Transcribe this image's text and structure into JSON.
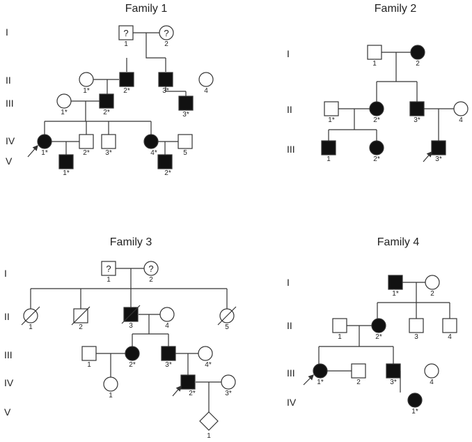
{
  "families": [
    {
      "title": "Family 1",
      "generations": [
        "I",
        "II",
        "III",
        "IV",
        "V"
      ],
      "individuals": [
        {
          "id": "f1-I-1",
          "sex": "male",
          "status": "unknown",
          "symbol": "?",
          "label": "1"
        },
        {
          "id": "f1-I-2",
          "sex": "female",
          "status": "unknown",
          "symbol": "?",
          "label": "2"
        },
        {
          "id": "f1-II-1",
          "sex": "female",
          "status": "unaffected",
          "label": "1*"
        },
        {
          "id": "f1-II-2",
          "sex": "male",
          "status": "affected",
          "label": "2*"
        },
        {
          "id": "f1-II-3",
          "sex": "male",
          "status": "affected",
          "label": "3*"
        },
        {
          "id": "f1-II-4",
          "sex": "female",
          "status": "unaffected",
          "label": "4"
        },
        {
          "id": "f1-III-1",
          "sex": "female",
          "status": "unaffected",
          "label": "1*"
        },
        {
          "id": "f1-III-2",
          "sex": "male",
          "status": "affected",
          "label": "2*"
        },
        {
          "id": "f1-III-3",
          "sex": "male",
          "status": "affected",
          "label": "3*"
        },
        {
          "id": "f1-IV-1",
          "sex": "female",
          "status": "affected",
          "label": "1*",
          "proband": true
        },
        {
          "id": "f1-IV-2",
          "sex": "male",
          "status": "unaffected",
          "label": "2*"
        },
        {
          "id": "f1-IV-3",
          "sex": "male",
          "status": "unaffected",
          "label": "3*"
        },
        {
          "id": "f1-IV-4",
          "sex": "female",
          "status": "affected",
          "label": "4*"
        },
        {
          "id": "f1-IV-5",
          "sex": "male",
          "status": "unaffected",
          "label": "5"
        },
        {
          "id": "f1-V-1",
          "sex": "male",
          "status": "affected",
          "label": "1*"
        },
        {
          "id": "f1-V-2",
          "sex": "male",
          "status": "affected",
          "label": "2*"
        }
      ]
    },
    {
      "title": "Family 2",
      "generations": [
        "I",
        "II",
        "III"
      ],
      "individuals": [
        {
          "id": "f2-I-1",
          "sex": "male",
          "status": "unaffected",
          "label": "1"
        },
        {
          "id": "f2-I-2",
          "sex": "female",
          "status": "affected",
          "label": "2"
        },
        {
          "id": "f2-II-1",
          "sex": "male",
          "status": "unaffected",
          "label": "1*"
        },
        {
          "id": "f2-II-2",
          "sex": "female",
          "status": "affected",
          "label": "2*"
        },
        {
          "id": "f2-II-3",
          "sex": "male",
          "status": "affected",
          "label": "3*"
        },
        {
          "id": "f2-II-4",
          "sex": "female",
          "status": "unaffected",
          "label": "4"
        },
        {
          "id": "f2-III-1",
          "sex": "male",
          "status": "affected",
          "label": "1"
        },
        {
          "id": "f2-III-2",
          "sex": "female",
          "status": "affected",
          "label": "2*"
        },
        {
          "id": "f2-III-3",
          "sex": "male",
          "status": "affected",
          "label": "3*",
          "proband": true
        }
      ]
    },
    {
      "title": "Family 3",
      "generations": [
        "I",
        "II",
        "III",
        "IV",
        "V"
      ],
      "individuals": [
        {
          "id": "f3-I-1",
          "sex": "male",
          "status": "unknown",
          "symbol": "?",
          "label": "1"
        },
        {
          "id": "f3-I-2",
          "sex": "female",
          "status": "unknown",
          "symbol": "?",
          "label": "2"
        },
        {
          "id": "f3-II-1",
          "sex": "female",
          "status": "deceased",
          "label": "1"
        },
        {
          "id": "f3-II-2",
          "sex": "male",
          "status": "deceased",
          "label": "2"
        },
        {
          "id": "f3-II-3",
          "sex": "male",
          "status": "affected-deceased",
          "label": "3"
        },
        {
          "id": "f3-II-4",
          "sex": "female",
          "status": "unaffected",
          "label": "4"
        },
        {
          "id": "f3-II-5",
          "sex": "female",
          "status": "deceased",
          "label": "5"
        },
        {
          "id": "f3-III-1",
          "sex": "male",
          "status": "unaffected",
          "label": "1"
        },
        {
          "id": "f3-III-2",
          "sex": "female",
          "status": "affected",
          "label": "2*"
        },
        {
          "id": "f3-III-3",
          "sex": "male",
          "status": "affected",
          "label": "3*"
        },
        {
          "id": "f3-III-4",
          "sex": "female",
          "status": "unaffected",
          "label": "4*"
        },
        {
          "id": "f3-IV-1",
          "sex": "female",
          "status": "unaffected",
          "label": "1"
        },
        {
          "id": "f3-IV-2",
          "sex": "male",
          "status": "affected",
          "label": "2*",
          "proband": true
        },
        {
          "id": "f3-IV-3",
          "sex": "female",
          "status": "unaffected",
          "label": "3*"
        },
        {
          "id": "f3-V-1",
          "sex": "unknown",
          "status": "unaffected",
          "label": "1"
        }
      ]
    },
    {
      "title": "Family 4",
      "generations": [
        "I",
        "II",
        "III",
        "IV"
      ],
      "individuals": [
        {
          "id": "f4-I-1",
          "sex": "male",
          "status": "affected",
          "label": "1*"
        },
        {
          "id": "f4-I-2",
          "sex": "female",
          "status": "unaffected",
          "label": "2"
        },
        {
          "id": "f4-II-1",
          "sex": "male",
          "status": "unaffected",
          "label": "1"
        },
        {
          "id": "f4-II-2",
          "sex": "female",
          "status": "affected",
          "label": "2*"
        },
        {
          "id": "f4-II-3",
          "sex": "male",
          "status": "unaffected",
          "label": "3"
        },
        {
          "id": "f4-II-4",
          "sex": "male",
          "status": "unaffected",
          "label": "4"
        },
        {
          "id": "f4-III-1",
          "sex": "female",
          "status": "affected",
          "label": "1*",
          "proband": true
        },
        {
          "id": "f4-III-2",
          "sex": "male",
          "status": "unaffected",
          "label": "2"
        },
        {
          "id": "f4-III-3",
          "sex": "male",
          "status": "affected",
          "label": "3*"
        },
        {
          "id": "f4-III-4",
          "sex": "female",
          "status": "unaffected",
          "label": "4"
        },
        {
          "id": "f4-IV-1",
          "sex": "female",
          "status": "affected",
          "label": "1*"
        }
      ]
    }
  ],
  "colors": {
    "affected": "#111111",
    "unaffected": "#ffffff",
    "line": "#333333"
  }
}
